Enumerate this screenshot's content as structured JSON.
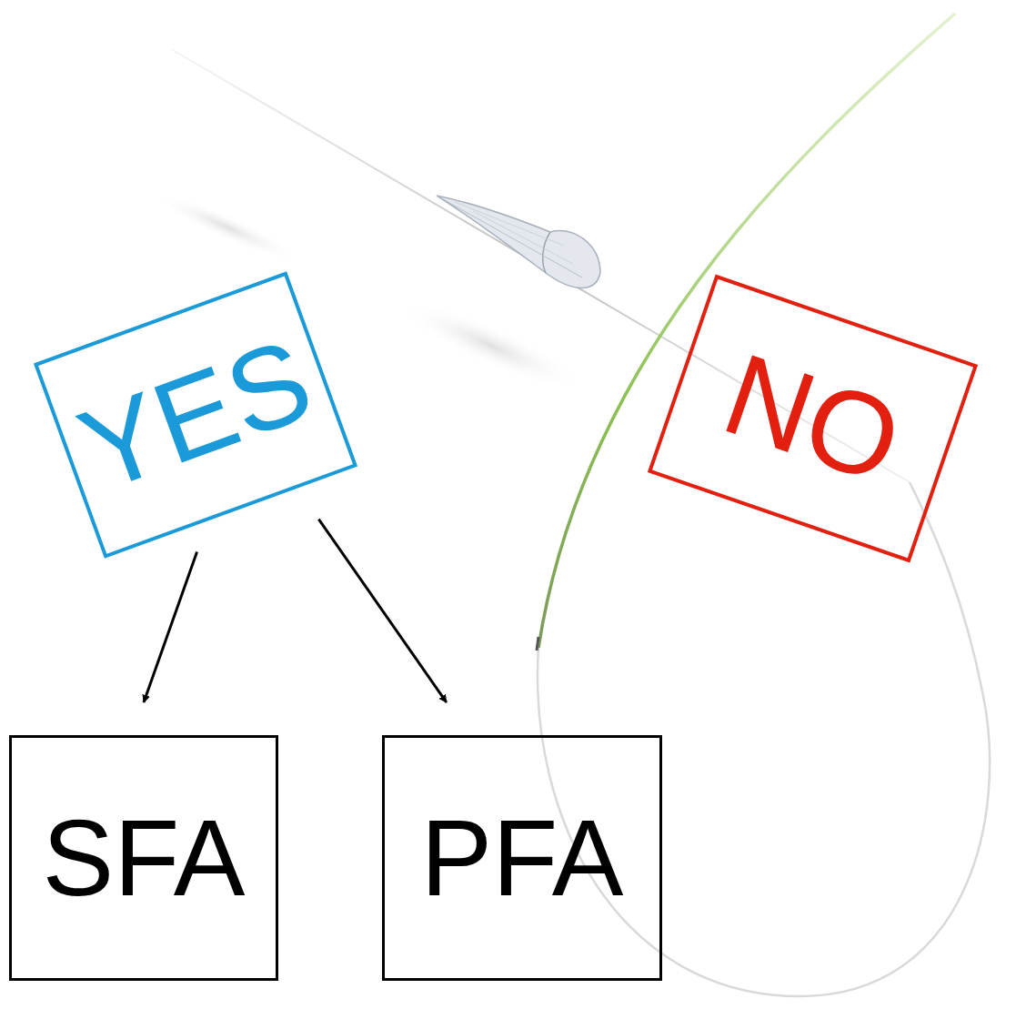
{
  "diagram": {
    "nodes": [
      {
        "text": [
          "YES"
        ]
      },
      {
        "text": [
          "NO"
        ]
      },
      {
        "text": [
          "SFA"
        ]
      },
      {
        "text": [
          "PFA"
        ]
      }
    ],
    "edges": [
      {
        "from": 0,
        "to": 2,
        "arrow": "to"
      },
      {
        "from": 0,
        "to": 3,
        "arrow": "to"
      }
    ]
  }
}
